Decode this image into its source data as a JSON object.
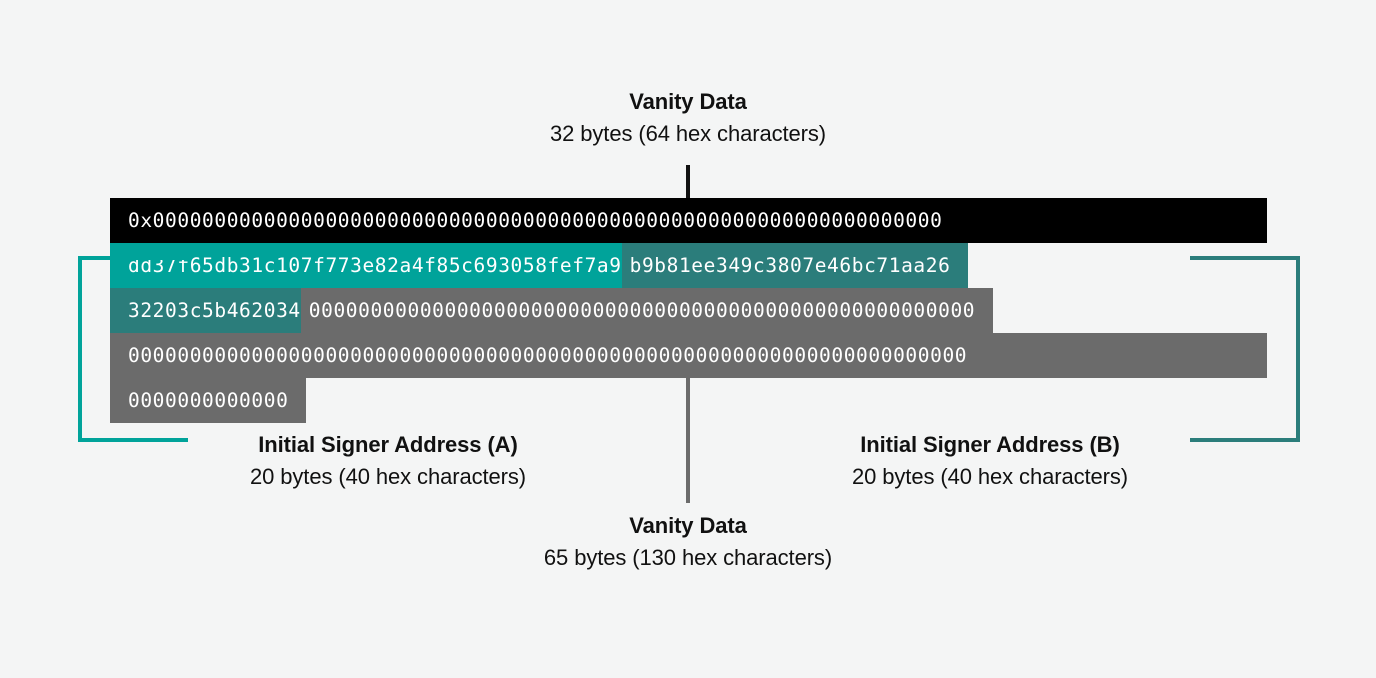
{
  "diagram": {
    "title_top": "Vanity Data",
    "colors": {
      "background": "#f4f5f5",
      "vanity_black": "#000000",
      "signer_a_teal": "#00a39a",
      "signer_b_dark_teal": "#2b7d7b",
      "padding_gray": "#6b6b6b",
      "text": "#111111"
    },
    "top_label": {
      "title": "Vanity Data",
      "subtitle": "32 bytes (64 hex characters)"
    },
    "bottom_label": {
      "title": "Vanity Data",
      "subtitle": "65 bytes (130 hex characters)"
    },
    "left_label": {
      "title": "Initial Signer Address (A)",
      "subtitle": "20 bytes (40 hex characters)"
    },
    "right_label": {
      "title": "Initial Signer Address (B)",
      "subtitle": "20 bytes (40 hex characters)"
    },
    "hex": {
      "prefix_and_vanity": "0x0000000000000000000000000000000000000000000000000000000000000000",
      "signer_a": "dd37f65db31c107f773e82a4f85c693058fef7a9",
      "signer_b_part1": "b9b81ee349c3807e46bc71aa26",
      "signer_b_part2": "32203c5b462034",
      "padding_row3": "000000000000000000000000000000000000000000000000000000",
      "padding_row4": "00000000000000000000000000000000000000000000000000000000000000000000",
      "padding_row5": "0000000000000"
    }
  }
}
